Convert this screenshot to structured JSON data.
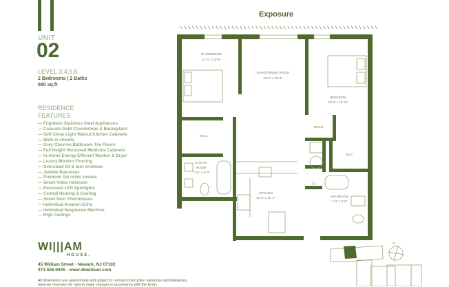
{
  "unit": {
    "label": "UNIT",
    "number": "02",
    "level": "LEVEL 3,4,5,6",
    "bed_bath": "2 Bedrooms | 2 Baths",
    "area": "980 sq.ft"
  },
  "features": {
    "title_line1": "RESIDENCE",
    "title_line2": "FEATURES",
    "items": [
      "Frigidaire Stainless Steel Appliances",
      "Calacata Gold Countertops & Backsplash",
      "Soft Close Light Walnut Kitchen Cabinets",
      "Walk-in closets",
      "Grey Chevron Bathroom Tile Floors",
      "Full Height Recessed Medicine Cabinets",
      "In-Home Energy Efficient Washer & Dryer",
      "Luxury Modern Flooring",
      "Oversized tilt & turn windows",
      "Juliette Balconies",
      "Premium flat roller shades",
      "Smart Video Intercom",
      "Recessed LED Spotlights",
      "Central Heating & Cooling",
      "Smart Nest Thermostats",
      "Individual Amazon Echo",
      "Individual Nespresso Machine",
      "High Ceilings"
    ]
  },
  "brand": {
    "name": "WI|||AM",
    "sub": "HOUSE.",
    "address": "45 William Street · Newark, NJ 07102",
    "contact": "973.506.9935 · www.45william.com"
  },
  "disclaimer": "All dimensions are approximate and subject  to normal construction variances and tolerances. Sponser reserves the right to make changes in accordance with the terms",
  "plan": {
    "title": "Exposure",
    "compass": "N",
    "rooms": {
      "m_bedroom": "M. BEDROOM",
      "m_bedroom_dim": "12'-0\" x 10'-0\"",
      "living": "LIVING/DINING ROOM",
      "living_dim": "10'-6\" x 16'-8\"",
      "bedroom": "BEDROOM",
      "bedroom_dim": "10'-6\" x 15'-11\"",
      "wic1": "W.I.C.",
      "mech": "MECH.",
      "wic2": "W.I.C.",
      "m_bath": "M. BATH",
      "m_bath2": "ROOM",
      "m_bath_dim": "7'-10\" x 8'-0\"",
      "kitchen": "KITCHEN",
      "kitchen_dim": "11'-0\" x 11'-4\"",
      "cl": "CL.",
      "bathroom": "BATHROOM",
      "bathroom_dim": "7'-0\" x 9'-0\""
    }
  },
  "colors": {
    "primary": "#4e6a2f",
    "light": "#8fa877"
  }
}
